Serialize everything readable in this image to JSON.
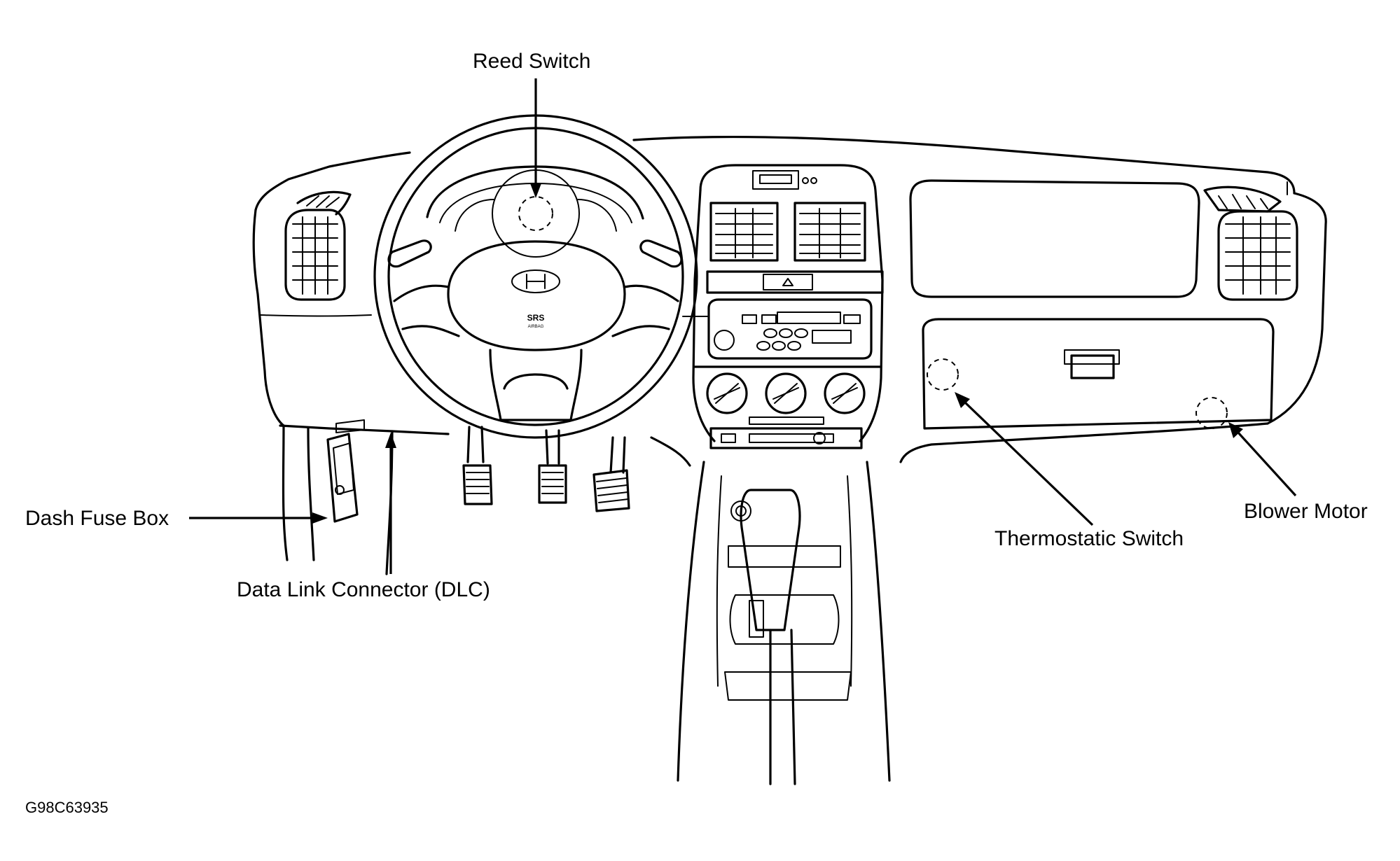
{
  "figure_code": "G98C63935",
  "callouts": {
    "reed_switch": "Reed Switch",
    "dash_fuse_box": "Dash Fuse Box",
    "data_link_connector": "Data Link Connector (DLC)",
    "thermostatic_switch": "Thermostatic Switch",
    "blower_motor": "Blower Motor"
  },
  "airbag_marking": "SRS",
  "airbag_marking_small": "AIRBAG",
  "colors": {
    "line": "#000000",
    "background": "#ffffff"
  }
}
